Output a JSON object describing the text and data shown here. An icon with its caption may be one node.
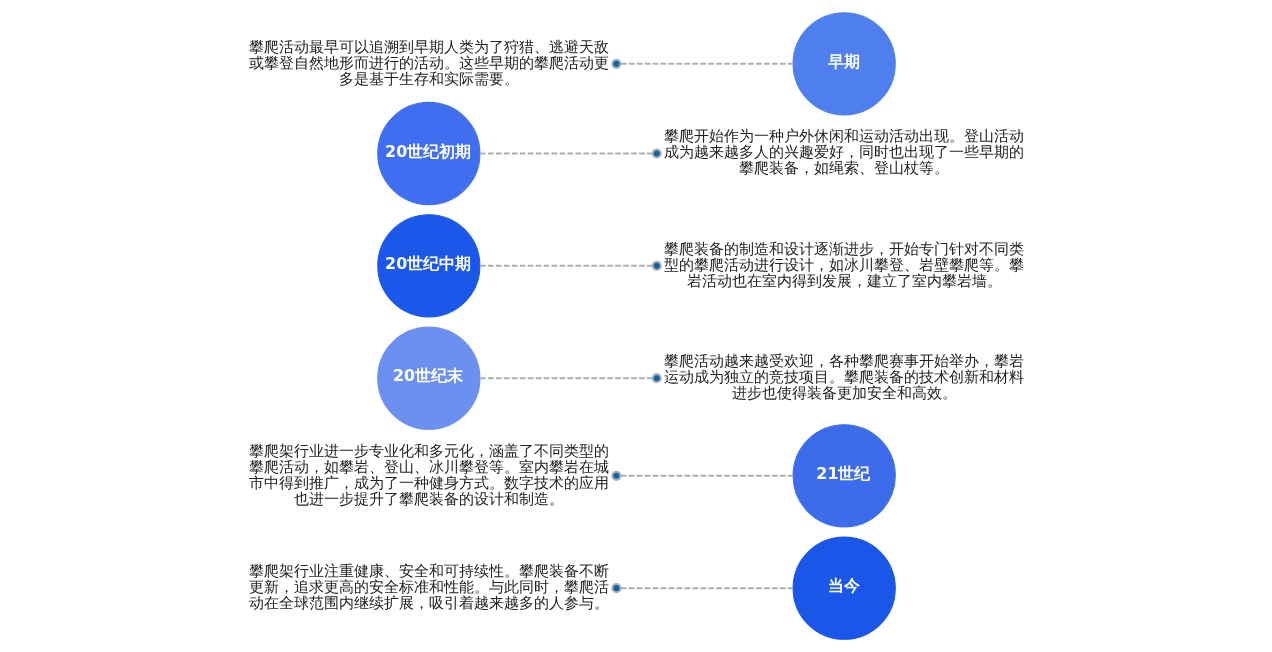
{
  "diagram": {
    "nodes": [
      {
        "text": [
          "早期"
        ]
      },
      {
        "text": [
          "20世纪初期"
        ]
      },
      {
        "text": [
          "20世纪中期"
        ]
      },
      {
        "text": [
          "20世纪末"
        ]
      },
      {
        "text": [
          "21世纪"
        ]
      },
      {
        "text": [
          "当今"
        ]
      },
      {
        "text": [
          "攀爬活动最早可以追溯到早期人类为了狩猎、逃避天敌或攀登自然地形而进行的活动。这些早期的攀爬活动更多是基于生存和实际需要。"
        ]
      },
      {
        "text": [
          "攀爬开始作为一种户外休闲和运动活动出现。登山活动成为越来越多人的兴趣爱好，同时也出现了一些早期的攀爬装备，如绳索、登山杖等。"
        ]
      },
      {
        "text": [
          "攀爬装备的制造和设计逐渐进步，开始专门针对不同类型的攀爬活动进行设计，如冰川攀登、岩壁攀爬等。攀岩活动也在室内得到发展，建立了室内攀岩墙。"
        ]
      },
      {
        "text": [
          "攀爬活动越来越受欢迎，各种攀爬赛事开始举办，攀岩运动成为独立的竞技项目。攀爬装备的技术创新和材料进步也使得装备更加安全和高效。"
        ]
      },
      {
        "text": [
          "攀爬架行业进一步专业化和多元化，涵盖了不同类型的攀爬活动，如攀岩、登山、冰川攀登等。室内攀岩在城市中得到推广，成为了一种健身方式。数字技术的应用也进一步提升了攀爬装备的设计和制造。"
        ]
      },
      {
        "text": [
          "攀爬架行业注重健康、安全和可持续性。攀爬装备不断更新，追求更高的安全标准和性能。与此同时，攀爬活动在全球范围内继续扩展，吸引着越来越多的人参与。"
        ]
      }
    ],
    "edges": [
      {
        "from": 6,
        "to": 0,
        "arrow": "other",
        "style": "dashed"
      },
      {
        "from": 7,
        "to": 1,
        "arrow": "other",
        "style": "dashed"
      },
      {
        "from": 8,
        "to": 2,
        "arrow": "other",
        "style": "dashed"
      },
      {
        "from": 9,
        "to": 3,
        "arrow": "other",
        "style": "dashed"
      },
      {
        "from": 10,
        "to": 4,
        "arrow": "other",
        "style": "dashed"
      },
      {
        "from": 11,
        "to": 5,
        "arrow": "other",
        "style": "dashed"
      }
    ]
  }
}
